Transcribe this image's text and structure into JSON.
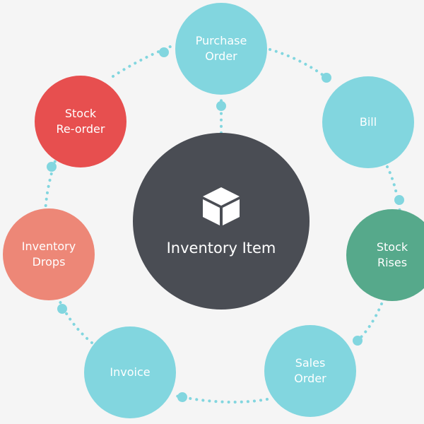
{
  "center": {
    "label": "Inventory Item",
    "icon": "box-icon",
    "color": "#4a4d54"
  },
  "nodes": [
    {
      "id": "purchase-order",
      "label": "Purchase\nOrder",
      "color": "#82d6df"
    },
    {
      "id": "bill",
      "label": "Bill",
      "color": "#82d6df"
    },
    {
      "id": "stock-rises",
      "label": "Stock\nRises",
      "color": "#56a98b"
    },
    {
      "id": "sales-order",
      "label": "Sales\nOrder",
      "color": "#82d6df"
    },
    {
      "id": "invoice",
      "label": "Invoice",
      "color": "#82d6df"
    },
    {
      "id": "inventory-drops",
      "label": "Inventory\nDrops",
      "color": "#ed8777"
    },
    {
      "id": "stock-reorder",
      "label": "Stock\nRe-order",
      "color": "#e74f4f"
    }
  ],
  "connector_color": "#82d6df"
}
